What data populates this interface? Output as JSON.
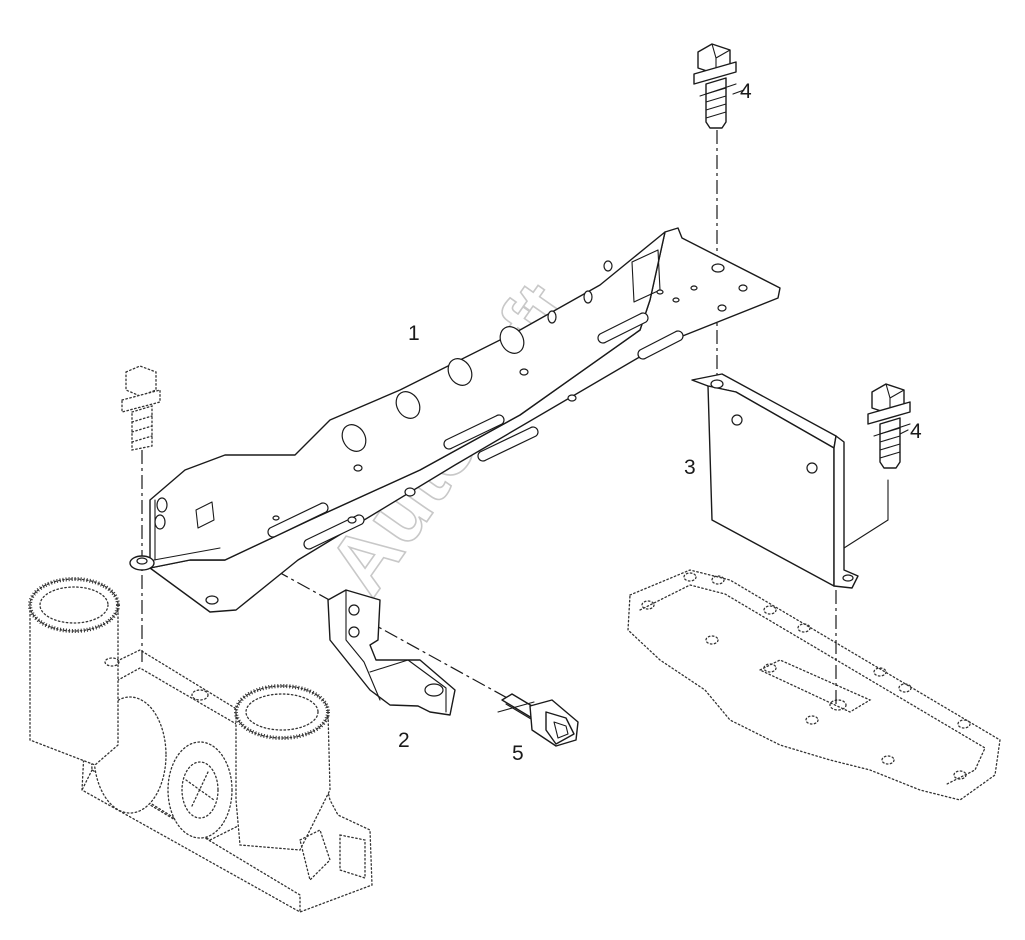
{
  "watermark": "AutoSoft",
  "callouts": {
    "bracket_main": "1",
    "bracket_hook": "2",
    "bracket_plate": "3",
    "bolt_top": "4",
    "bolt_right": "4",
    "screw": "5"
  }
}
